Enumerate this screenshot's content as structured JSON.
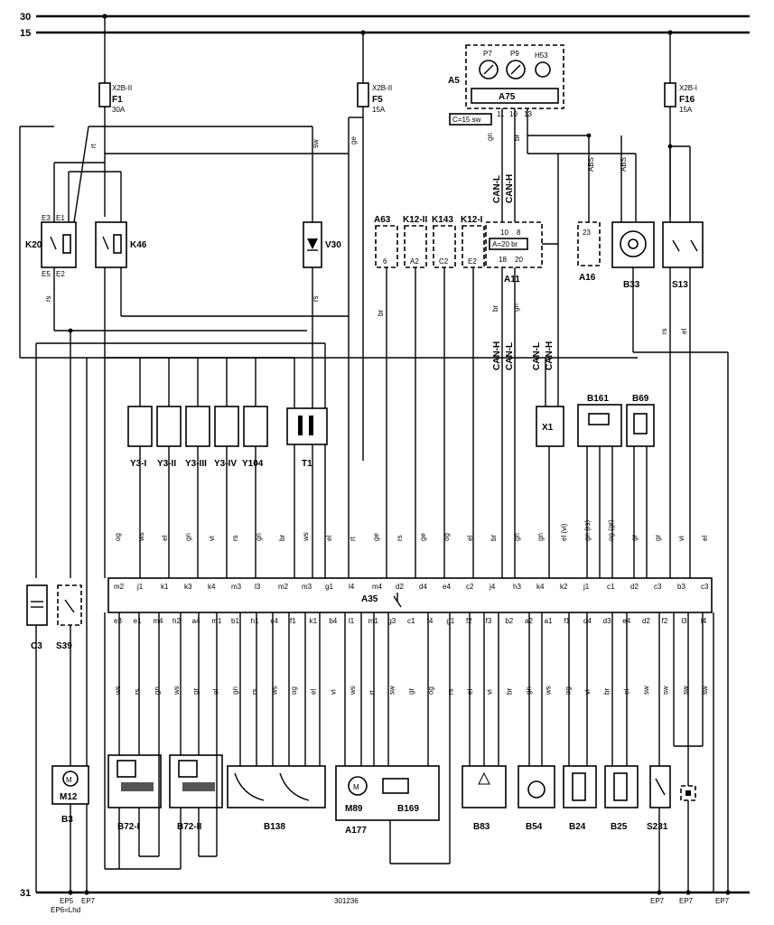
{
  "rails": [
    "30",
    "15",
    "31"
  ],
  "fuses": [
    {
      "name": "F1",
      "loc": "X2B-II",
      "rating": "30A"
    },
    {
      "name": "F5",
      "loc": "X2B-II",
      "rating": "15A"
    },
    {
      "name": "F16",
      "loc": "X2B-I",
      "rating": "15A"
    }
  ],
  "components": {
    "a5": "A5",
    "a75": "A75",
    "p7": "P7",
    "p9": "P9",
    "h53": "H53",
    "note_c15": "C=15 sw",
    "k20": "K20",
    "k46": "K46",
    "v30": "V30",
    "a63": "A63",
    "k12ii": "K12-II",
    "k143": "K143",
    "k12i": "K12-I",
    "a11": "A11",
    "a11_inner": "A=20 br",
    "a16": "A16",
    "b33": "B33",
    "s13": "S13",
    "y3i": "Y3-I",
    "y3ii": "Y3-II",
    "y3iii": "Y3-III",
    "y3iv": "Y3-IV",
    "y104": "Y104",
    "t1": "T1",
    "x1": "X1",
    "b161": "B161",
    "b69": "B69",
    "a35": "A35",
    "c3": "C3",
    "s39": "S39",
    "m12": "M12",
    "b3": "B3",
    "b72i": "B72-I",
    "b72ii": "B72-II",
    "b138": "B138",
    "m89": "M89",
    "a177": "A177",
    "b169": "B169",
    "b83": "B83",
    "b54": "B54",
    "b24": "B24",
    "b25": "B25",
    "s231": "S231"
  },
  "a35_top_pins": [
    "m2",
    "j1",
    "k1",
    "k3",
    "k4",
    "m3",
    "l3",
    "m2",
    "m3",
    "g1",
    "l4",
    "m4",
    "d2",
    "d4",
    "e4",
    "c2",
    "j4",
    "h3",
    "k4",
    "k2",
    "j1",
    "c1",
    "d2",
    "c3",
    "b3",
    "c3"
  ],
  "a35_bottom_pins": [
    "e3",
    "e1",
    "m4",
    "h2",
    "a4",
    "m1",
    "b1",
    "h1",
    "c4",
    "f1",
    "k1",
    "b4",
    "l1",
    "m1",
    "g3",
    "c1",
    "f4",
    "g1",
    "f2",
    "f3",
    "b2",
    "a2",
    "a1",
    "f1",
    "d4",
    "d3",
    "e4",
    "d2",
    "f2",
    "l3",
    "l4"
  ],
  "wire_colors_top": [
    "og",
    "ws",
    "el",
    "gn",
    "vi",
    "rs",
    "gn",
    "br",
    "ws",
    "el",
    "rt",
    "ge",
    "rs",
    "ge",
    "og",
    "el",
    "br",
    "gn",
    "gn",
    "el (vi)",
    "gn (rs)",
    "og (gr)",
    "gr",
    "gr",
    "vi",
    "el"
  ],
  "wire_colors_bottom": [
    "ws",
    "rs",
    "gn",
    "ws",
    "gr",
    "el",
    "gn",
    "rs",
    "ws",
    "og",
    "el",
    "vi",
    "ws",
    "rt",
    "sw",
    "gr",
    "og",
    "rs",
    "el",
    "vi",
    "br",
    "gn",
    "ws",
    "og",
    "vi",
    "br",
    "el",
    "sw",
    "sw",
    "sw",
    "sw"
  ],
  "can_labels": [
    "CAN-L",
    "CAN-H"
  ],
  "abs_labels": [
    "ABS",
    "ABS"
  ],
  "ground_points": [
    "EP5",
    "EP6=Lhd",
    "EP7",
    "EP7",
    "EP7",
    "EP7"
  ],
  "drawing_number": "301236"
}
